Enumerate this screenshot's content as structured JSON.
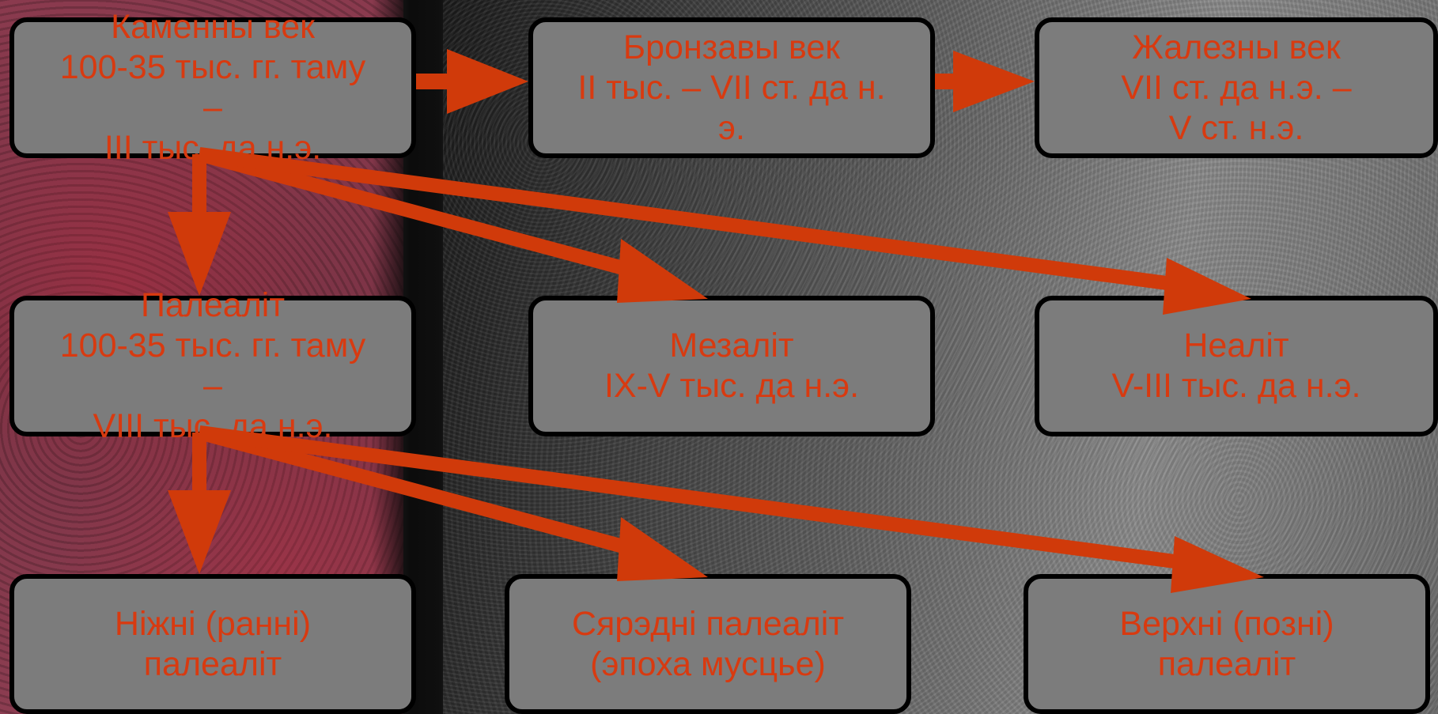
{
  "boxes": {
    "stone_age": "Каменны век\n100-35 тыс. гг. таму\n–\nIII тыс. да н.э.",
    "bronze_age": "Бронзавы век\nII тыс. – VII ст. да н.\nэ.",
    "iron_age": "Жалезны век\nVII ст. да н.э. –\nV ст. н.э.",
    "paleolithic": "Палеаліт\n100-35 тыс. гг. таму\n–\nVIII тыс. да н.э.",
    "mesolithic": "Мезаліт\nIX-V тыс. да н.э.",
    "neolithic": "Неаліт\nV-III тыс. да н.э.",
    "lower_paleolithic": "Ніжні (ранні)\nпалеаліт",
    "middle_paleolithic": "Сярэдні палеаліт\n(эпоха мусцье)",
    "upper_paleolithic": "Верхні (позні)\nпалеаліт"
  },
  "colors": {
    "text": "#d83a10",
    "arrow": "#d03a0a",
    "box_fill": "#7c7c7c",
    "box_border": "#000000"
  }
}
